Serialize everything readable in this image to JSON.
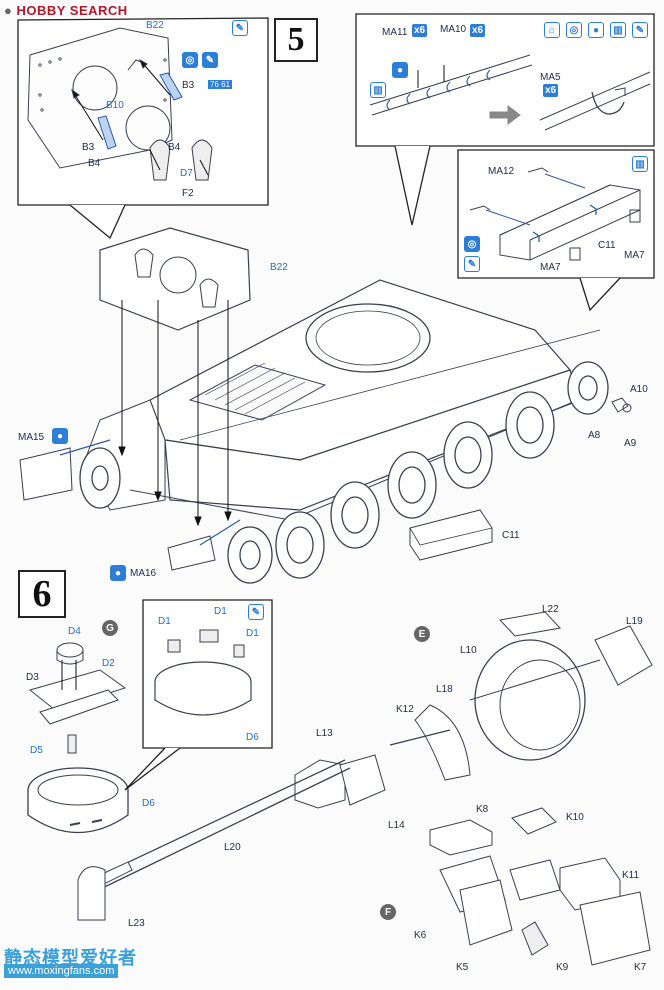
{
  "watermark": {
    "brand": "HOBBY SEARCH",
    "site_cn": "静态模型爱好者",
    "url": "www.moxingfans.com"
  },
  "steps": {
    "step5": "5",
    "step6": "6"
  },
  "subassembly": {
    "g": "G",
    "e": "E",
    "f": "F"
  },
  "icons": {
    "quantity": "x6",
    "paint_numbers": "76 61"
  },
  "labels": {
    "b22_top": "B22",
    "b3_top": "B3",
    "b10": "B10",
    "b3_left": "B3",
    "b4_right": "B4",
    "b4_left": "B4",
    "d7": "D7",
    "f2": "F2",
    "ma11": "MA11",
    "ma10": "MA10",
    "ma5": "MA5",
    "ma12": "MA12",
    "c11_box": "C11",
    "ma7_right": "MA7",
    "ma7_bottom": "MA7",
    "b22_main": "B22",
    "a10": "A10",
    "a8": "A8",
    "a9": "A9",
    "ma15": "MA15",
    "c11_main": "C11",
    "ma16": "MA16",
    "d4": "D4",
    "d2": "D2",
    "d3": "D3",
    "d5": "D5",
    "d6_left": "D6",
    "d1_a": "D1",
    "d1_b": "D1",
    "d1_c": "D1",
    "d6_inset": "D6",
    "l22": "L22",
    "l19": "L19",
    "l10": "L10",
    "l18": "L18",
    "k12": "K12",
    "l13": "L13",
    "l14": "L14",
    "l20": "L20",
    "l23": "L23",
    "k8": "K8",
    "k10": "K10",
    "k11": "K11",
    "k6": "K6",
    "k5": "K5",
    "k9": "K9",
    "k7": "K7"
  }
}
